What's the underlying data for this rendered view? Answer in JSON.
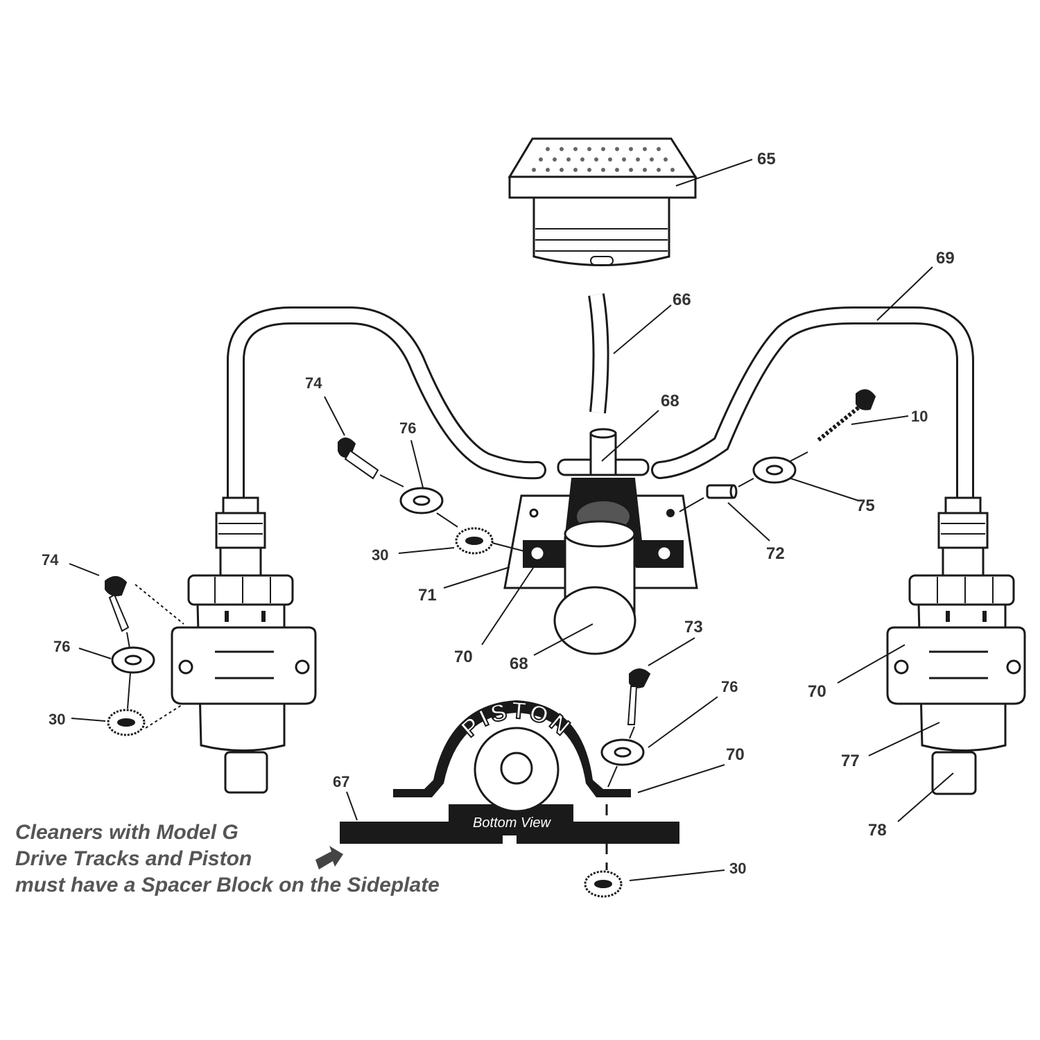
{
  "part_numbers": {
    "p65": "65",
    "p66": "66",
    "p68_top": "68",
    "p69": "69",
    "p10": "10",
    "p74_mid": "74",
    "p76_mid": "76",
    "p75": "75",
    "p72": "72",
    "p30_mid": "30",
    "p71": "71",
    "p70_mid": "70",
    "p68_bot": "68",
    "p74_left": "74",
    "p76_left": "76",
    "p30_left": "30",
    "p73": "73",
    "p76_low": "76",
    "p70_low": "70",
    "p67": "67",
    "p30_low": "30",
    "p70_right": "70",
    "p77": "77",
    "p78": "78"
  },
  "inset": {
    "arc_text": "PISTON",
    "caption": "Bottom View"
  },
  "note": {
    "line1": "Cleaners with Model G",
    "line2": "Drive Tracks and Piston",
    "line3": "must have a Spacer Block on the Sideplate"
  },
  "icons": [
    "arrow-icon"
  ],
  "colors": {
    "ink": "#1a1a1a",
    "label": "#333333",
    "note": "#555555"
  }
}
